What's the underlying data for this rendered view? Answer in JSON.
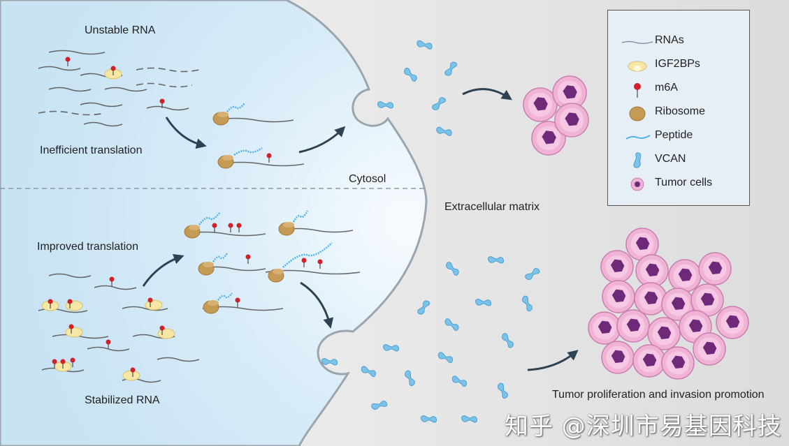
{
  "labels": {
    "unstable_rna": "Unstable RNA",
    "inefficient_translation": "Inefficient translation",
    "cytosol": "Cytosol",
    "extracellular_matrix": "Extracellular matrix",
    "improved_translation": "Improved translation",
    "stabilized_rna": "Stabilized RNA",
    "tumor_outcome": "Tumor proliferation and invasion promotion"
  },
  "legend": {
    "items": [
      {
        "label": "RNAs",
        "icon": "rna-strand-icon"
      },
      {
        "label": "IGF2BPs",
        "icon": "igf2bp-icon"
      },
      {
        "label": "m6A",
        "icon": "m6a-pin-icon"
      },
      {
        "label": "Ribosome",
        "icon": "ribosome-icon"
      },
      {
        "label": "Peptide",
        "icon": "peptide-icon"
      },
      {
        "label": "VCAN",
        "icon": "vcan-icon"
      },
      {
        "label": "Tumor cells",
        "icon": "tumor-cell-icon"
      }
    ]
  },
  "watermark": "知乎 @深圳市易基因科技",
  "colors": {
    "cytoplasm": "#cfe7f5",
    "extracellular": "#e8e8e8",
    "rna": "#666666",
    "m6a": "#d0202a",
    "ribosome": "#c49a55",
    "peptide": "#4fb3e6",
    "vcan": "#7cc3ea",
    "tumor_cell": "#f0b3d6",
    "tumor_nucleus": "#6e2a78",
    "igf2bp": "#f6e7a4",
    "arrow": "#2f4252"
  }
}
